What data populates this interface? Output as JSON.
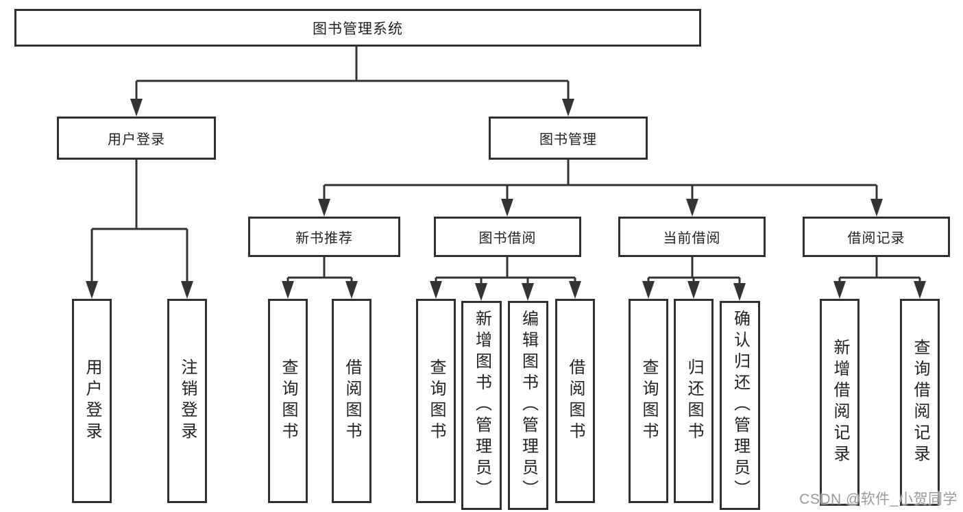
{
  "tree": {
    "root": {
      "label": "图书管理系统"
    },
    "branches": [
      {
        "label": "用户登录",
        "children": [
          {
            "label": "用户登录"
          },
          {
            "label": "注销登录"
          }
        ]
      },
      {
        "label": "图书管理",
        "children": [
          {
            "label": "新书推荐",
            "children": [
              {
                "label": "查询图书"
              },
              {
                "label": "借阅图书"
              }
            ]
          },
          {
            "label": "图书借阅",
            "children": [
              {
                "label": "查询图书"
              },
              {
                "label": "新增图书（管理员）"
              },
              {
                "label": "编辑图书（管理员）"
              },
              {
                "label": "借阅图书"
              }
            ]
          },
          {
            "label": "当前借阅",
            "children": [
              {
                "label": "查询图书"
              },
              {
                "label": "归还图书"
              },
              {
                "label": "确认归还（管理员）"
              }
            ]
          },
          {
            "label": "借阅记录",
            "children": [
              {
                "label": "新增借阅记录"
              },
              {
                "label": "查询借阅记录"
              }
            ]
          }
        ]
      }
    ]
  },
  "watermark": {
    "text": "CSDN @软件_小贺同学"
  },
  "colors": {
    "line": "#333333",
    "border": "#2f2f2f",
    "text": "#222222",
    "background": "#ffffff",
    "watermark": "#999999"
  }
}
